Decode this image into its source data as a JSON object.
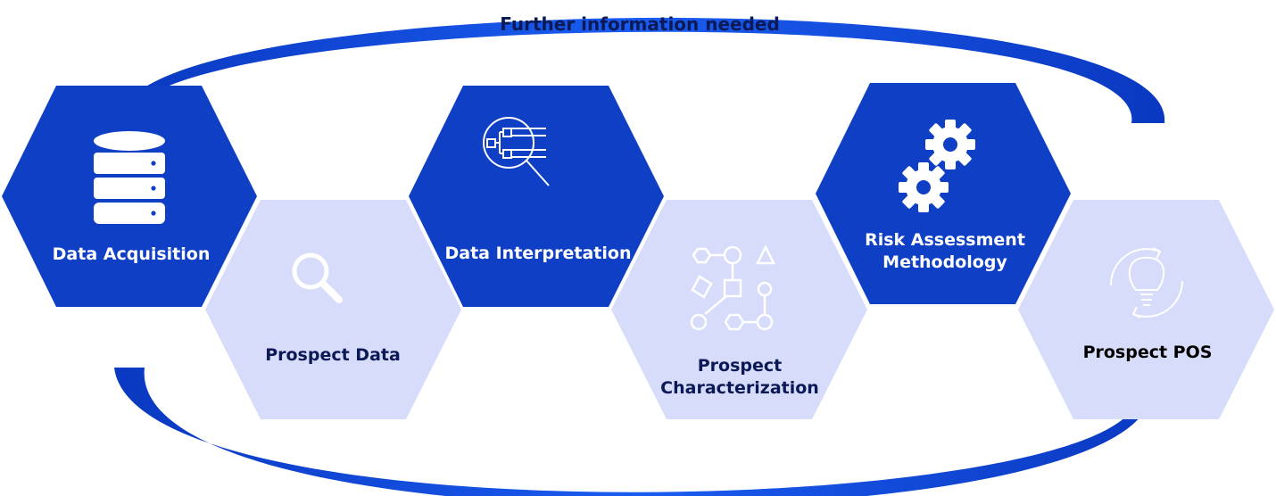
{
  "loop": {
    "label": "Further information needed"
  },
  "steps": [
    {
      "label": "Data Acquisition",
      "icon": "database-icon"
    },
    {
      "label": "Prospect Data",
      "icon": "magnifier-icon"
    },
    {
      "label": "Data Interpretation",
      "icon": "data-search-icon"
    },
    {
      "label_line1": "Prospect",
      "label_line2": "Characterization",
      "icon": "shapes-network-icon"
    },
    {
      "label_line1": "Risk Assessment",
      "label_line2": "Methodology",
      "icon": "gears-icon"
    },
    {
      "label": "Prospect POS",
      "icon": "lightbulb-cycle-icon"
    }
  ],
  "colors": {
    "dark_hex": "#0f3fc4",
    "light_hex": "#d7dcfa",
    "arrow": "#1456e8",
    "arrow_deep": "#0a38c0",
    "dark_text": "#ffffff",
    "light_text": "#0b1a57",
    "loop_text": "#0b1a57",
    "light_icon": "#ffffff"
  }
}
